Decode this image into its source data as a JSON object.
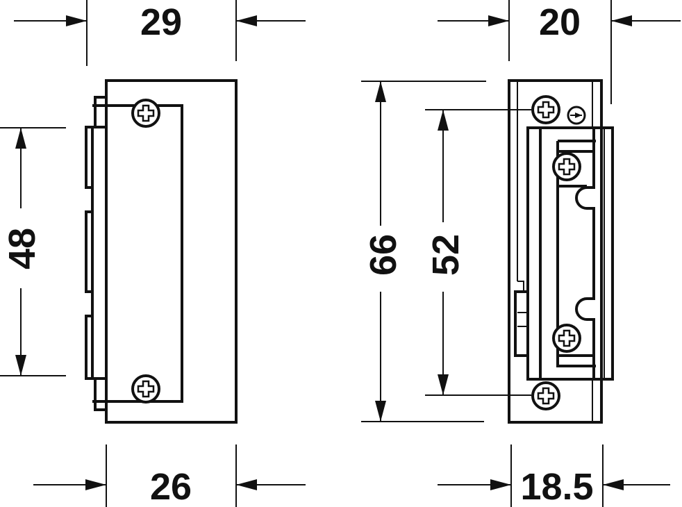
{
  "title": "Electric door strike dimension drawing",
  "dimensions": {
    "front_top_width": "29",
    "front_height": "48",
    "front_bottom_width": "26",
    "side_total_height": "66",
    "side_screw_spacing": "52",
    "side_top_width": "20",
    "side_bottom_width": "18.5"
  },
  "colors": {
    "line": "#111111",
    "background": "#ffffff"
  }
}
